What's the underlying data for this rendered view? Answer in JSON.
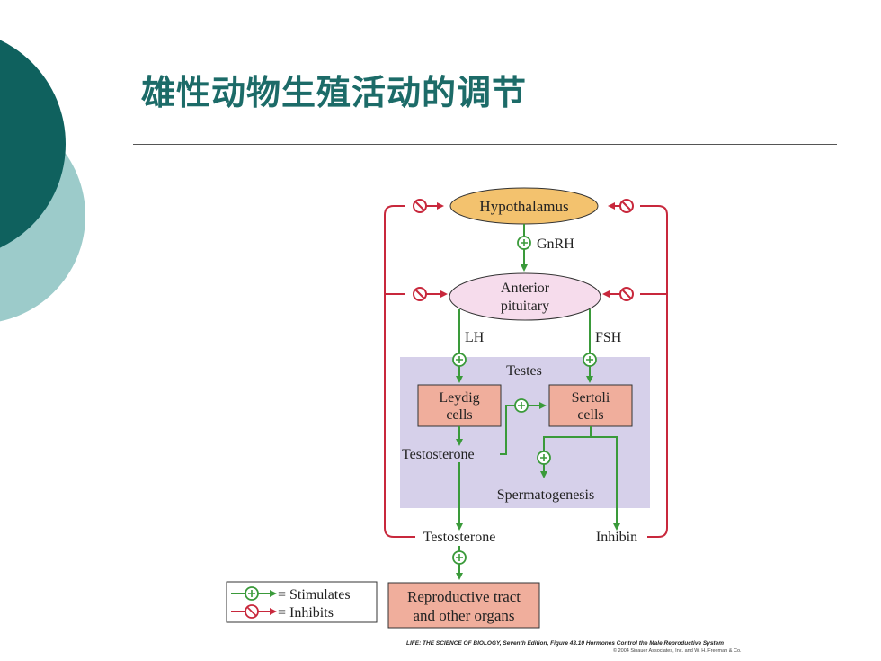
{
  "slide": {
    "title": "雄性动物生殖活动的调节"
  },
  "diagram": {
    "hypothalamus": "Hypothalamus",
    "gnrh": "GnRH",
    "anterior_line1": "Anterior",
    "anterior_line2": "pituitary",
    "lh": "LH",
    "fsh": "FSH",
    "testes": "Testes",
    "leydig_line1": "Leydig",
    "leydig_line2": "cells",
    "sertoli_line1": "Sertoli",
    "sertoli_line2": "cells",
    "testosterone_inner": "Testosterone",
    "spermatogenesis": "Spermatogenesis",
    "testosterone_outer": "Testosterone",
    "inhibin": "Inhibin",
    "repro_line1": "Reproductive tract",
    "repro_line2": "and other organs",
    "legend_stimulates": "= Stimulates",
    "legend_inhibits": "= Inhibits",
    "colors": {
      "stimulate": "#3a9a3a",
      "inhibit": "#c8283c",
      "hypothalamus_fill": "#f3c26e",
      "pituitary_fill": "#f6dcec",
      "testes_fill": "#d6d0ea",
      "cell_fill": "#f0ae9c"
    }
  },
  "credit": {
    "line1": "LIFE: THE SCIENCE OF BIOLOGY, Seventh Edition, Figure 43.10 Hormones Control the Male Reproductive System",
    "line2": "© 2004 Sinauer Associates, Inc. and W. H. Freeman & Co."
  }
}
